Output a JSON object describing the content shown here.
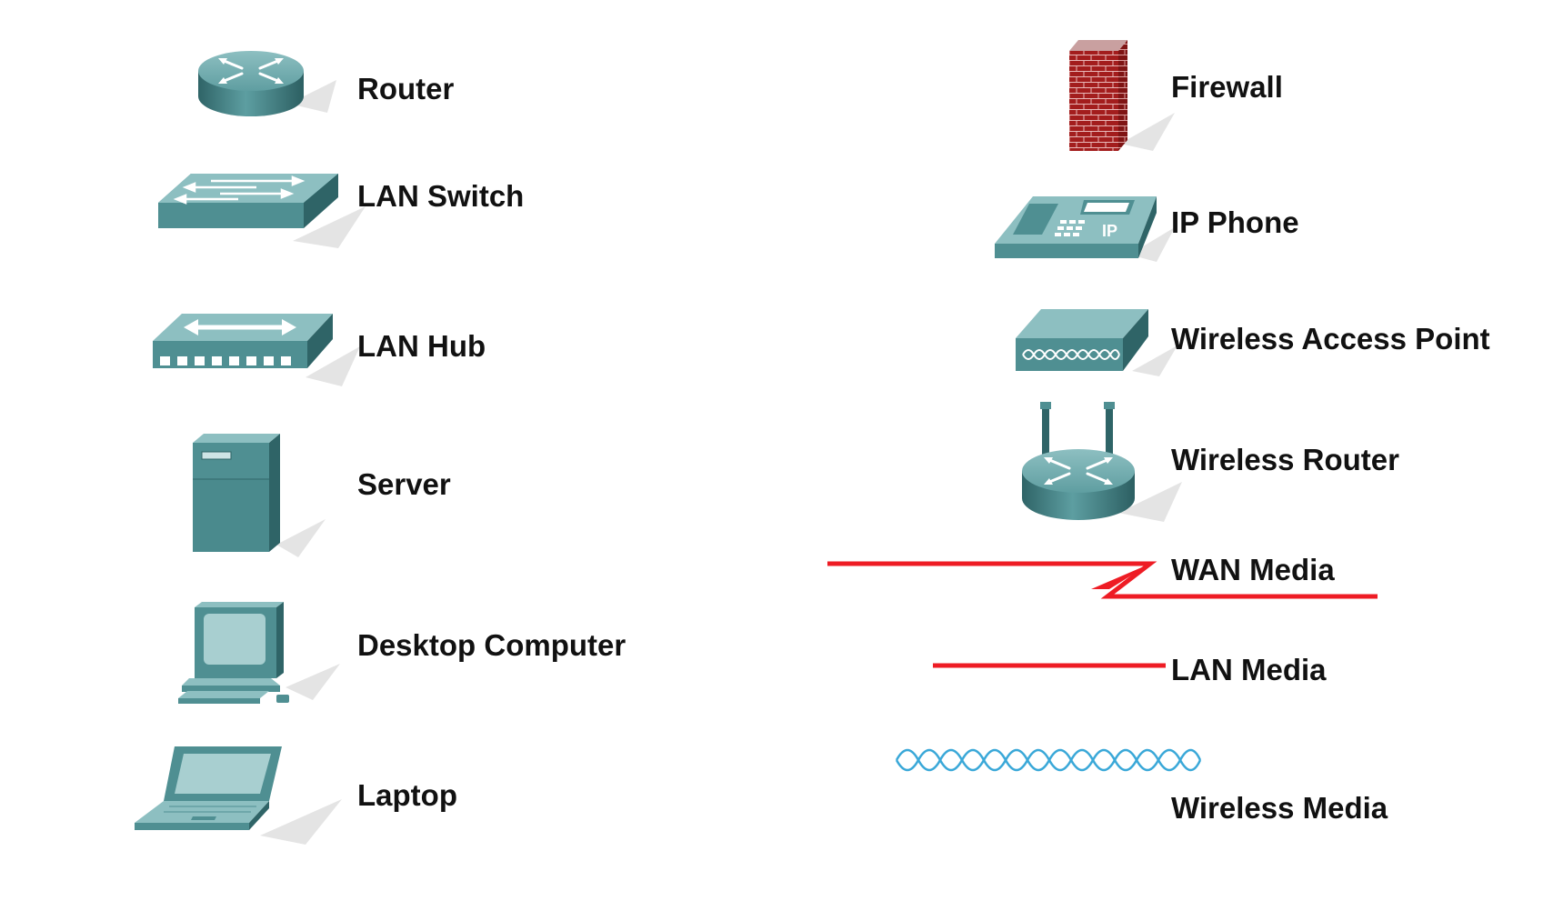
{
  "colors": {
    "device_teal": "#4f8f92",
    "device_teal_light": "#8dbfc1",
    "device_teal_dark": "#2f6467",
    "firewall_red": "#a31d1d",
    "wan_lan_media": "#ee1c24",
    "wireless_media": "#3aa8d8",
    "label_text": "#111111",
    "background": "#ffffff"
  },
  "legend": {
    "left_column": [
      {
        "id": "router",
        "icon": "router-icon",
        "label": "Router"
      },
      {
        "id": "lan-switch",
        "icon": "lan-switch-icon",
        "label": "LAN Switch"
      },
      {
        "id": "lan-hub",
        "icon": "lan-hub-icon",
        "label": "LAN Hub"
      },
      {
        "id": "server",
        "icon": "server-icon",
        "label": "Server"
      },
      {
        "id": "desktop-computer",
        "icon": "desktop-computer-icon",
        "label": "Desktop Computer"
      },
      {
        "id": "laptop",
        "icon": "laptop-icon",
        "label": "Laptop"
      }
    ],
    "right_column": [
      {
        "id": "firewall",
        "icon": "firewall-icon",
        "label": "Firewall"
      },
      {
        "id": "ip-phone",
        "icon": "ip-phone-icon",
        "label": "IP Phone",
        "icon_text": "IP"
      },
      {
        "id": "wireless-access-point",
        "icon": "wireless-access-point-icon",
        "label": "Wireless Access Point"
      },
      {
        "id": "wireless-router",
        "icon": "wireless-router-icon",
        "label": "Wireless Router"
      },
      {
        "id": "wan-media",
        "icon": "wan-media-icon",
        "label": "WAN Media"
      },
      {
        "id": "lan-media",
        "icon": "lan-media-icon",
        "label": "LAN Media"
      },
      {
        "id": "wireless-media",
        "icon": "wireless-media-icon",
        "label": "Wireless Media"
      }
    ]
  }
}
